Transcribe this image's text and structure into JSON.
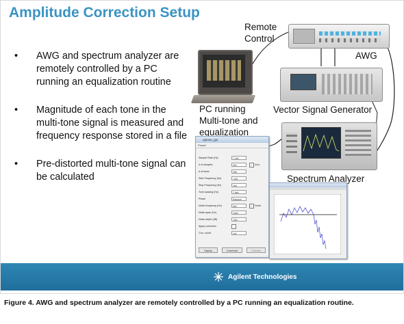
{
  "slide": {
    "title": "Amplitude Correction Setup",
    "bullets": [
      "AWG and spectrum analyzer are remotely controlled by a PC running an equalization routine",
      "Magnitude of each tone in the multi-tone signal is measured and frequency response stored in a file",
      "Pre-distorted multi-tone signal can be calculated"
    ],
    "bullet_symbol": "•"
  },
  "diagram": {
    "remote_control_label": "Remote Control",
    "awg_label": "AWG",
    "pc_label": "PC running Multi-tone and equalization",
    "vsg_label": "Vector Signal Generator",
    "sa_label": "Spectrum Analyzer"
  },
  "gui": {
    "window_title": "uptone_gui",
    "menu": "Preset",
    "rows": [
      {
        "label": "Sample Rate (Hz)",
        "value": "7.2e9"
      },
      {
        "label": "# of samples",
        "value": "400"
      },
      {
        "label": "# of tones",
        "value": "256"
      },
      {
        "label": "Start Frequency (Hz)",
        "value": "-1e8"
      },
      {
        "label": "Stop Frequency (Hz)",
        "value": "1e8"
      },
      {
        "label": "Tone spacing (Hz)",
        "value": "7.8e5"
      },
      {
        "label": "Phase",
        "value": "Random"
      },
      {
        "label": "Notch frequency (Hz)",
        "value": "5e6"
      },
      {
        "label": "Notch span (Hz)",
        "value": "10e6"
      },
      {
        "label": "Notch depth (dB)",
        "value": "-300"
      },
      {
        "label": "Apply correction",
        "value": ""
      },
      {
        "label": "Corr. on/off",
        "value": "1e0"
      }
    ],
    "auto_label": "Auto",
    "notch_label": "Notch",
    "buttons": [
      "Display",
      "Download",
      "Calibrate"
    ]
  },
  "footer": {
    "brand": "Agilent Technologies"
  },
  "caption": "Figure 4. AWG and spectrum analyzer are remotely controlled by a PC running an equalization routine.",
  "colors": {
    "title": "#3a93c4",
    "footer": "#2a7fae"
  }
}
